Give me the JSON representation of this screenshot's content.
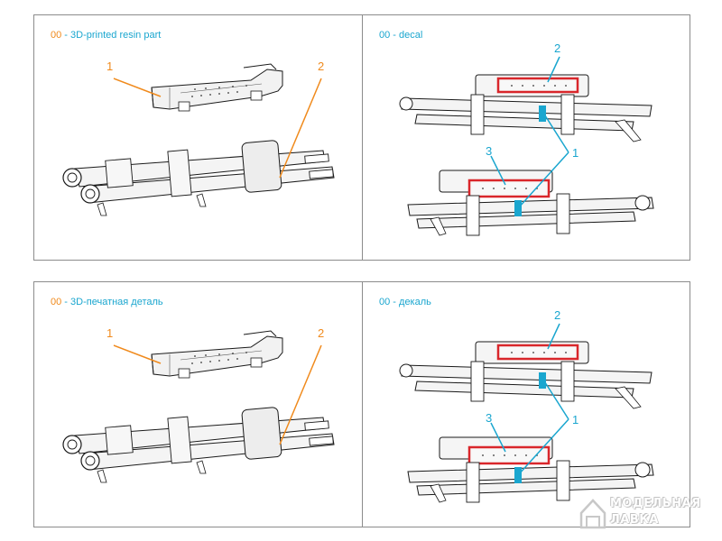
{
  "panels": {
    "top_left": {
      "code": "00",
      "title": " - 3D-printed resin part",
      "callouts": [
        "1",
        "2"
      ]
    },
    "top_right": {
      "code": "00",
      "title": " - decal",
      "callouts": [
        "2",
        "1",
        "3"
      ]
    },
    "bottom_left": {
      "code": "00",
      "title": " - 3D-печатная деталь",
      "callouts": [
        "1",
        "2"
      ]
    },
    "bottom_right": {
      "code": "00",
      "title": " - декаль",
      "callouts": [
        "2",
        "1",
        "3"
      ]
    }
  },
  "watermark": {
    "line1": "МОДЕЛЬНАЯ",
    "line2": "ЛАВКА"
  },
  "colors": {
    "resin": "#f08a1c",
    "decal": "#1aa6cf",
    "decal_part": "#d9262b",
    "outline": "#1a1a1a"
  }
}
